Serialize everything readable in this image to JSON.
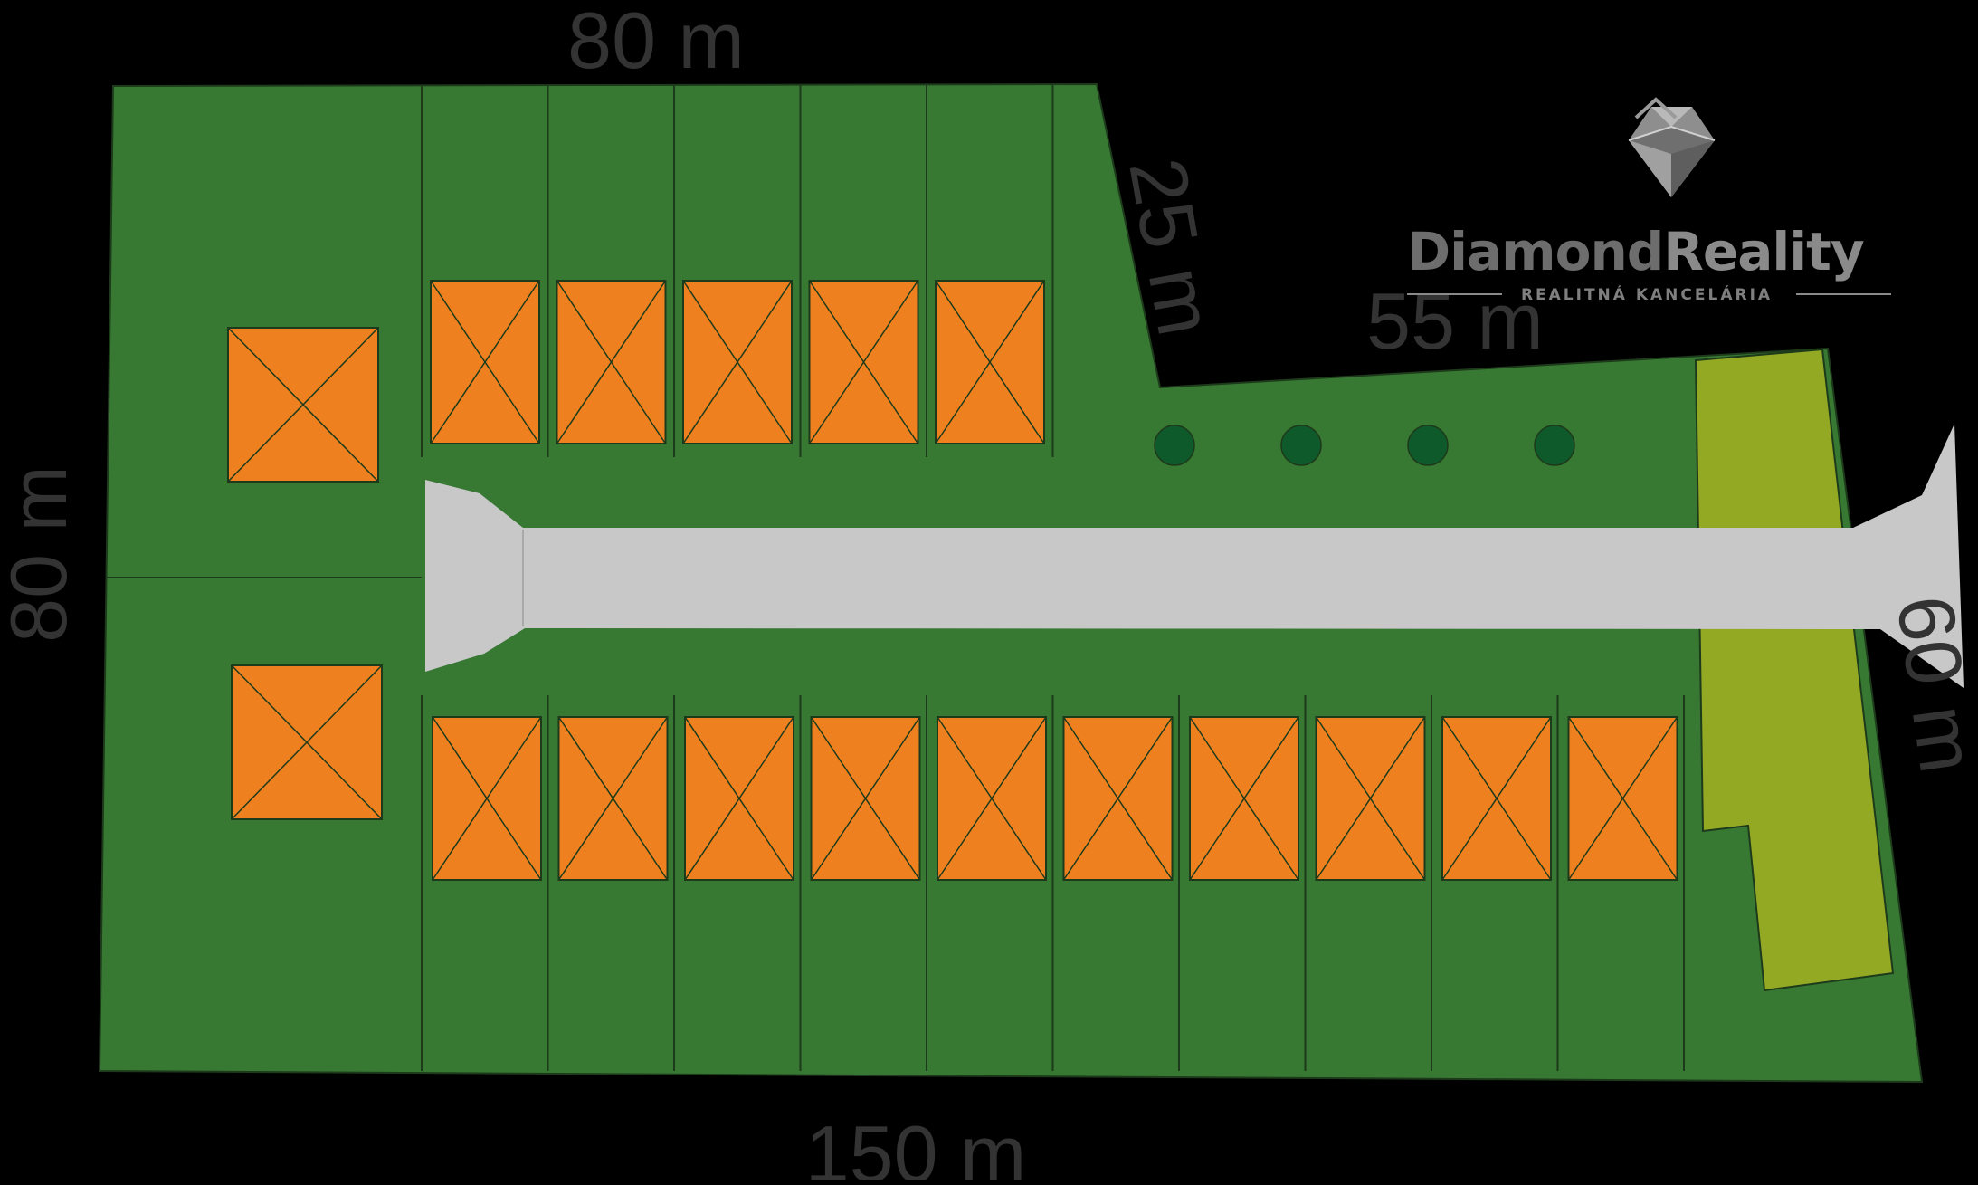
{
  "dimensions": {
    "top": "80 m",
    "slope": "25 m",
    "inner": "55 m",
    "left": "80 m",
    "right": "60 m",
    "bottom": "150 m"
  },
  "logo": {
    "name_part1": "Diamond",
    "name_part2": "Reality",
    "tagline": "REALITNÁ KANCELÁRIA"
  },
  "plots": {
    "top_row_count": 5,
    "bottom_row_count": 10,
    "left_column_count": 2,
    "tree_count": 4
  },
  "colors": {
    "land": "#377833",
    "house": "#ef801f",
    "road": "#c8c8c8",
    "buffer": "#93a924",
    "tree": "#0e5a2a",
    "line": "#1d3a1b"
  }
}
